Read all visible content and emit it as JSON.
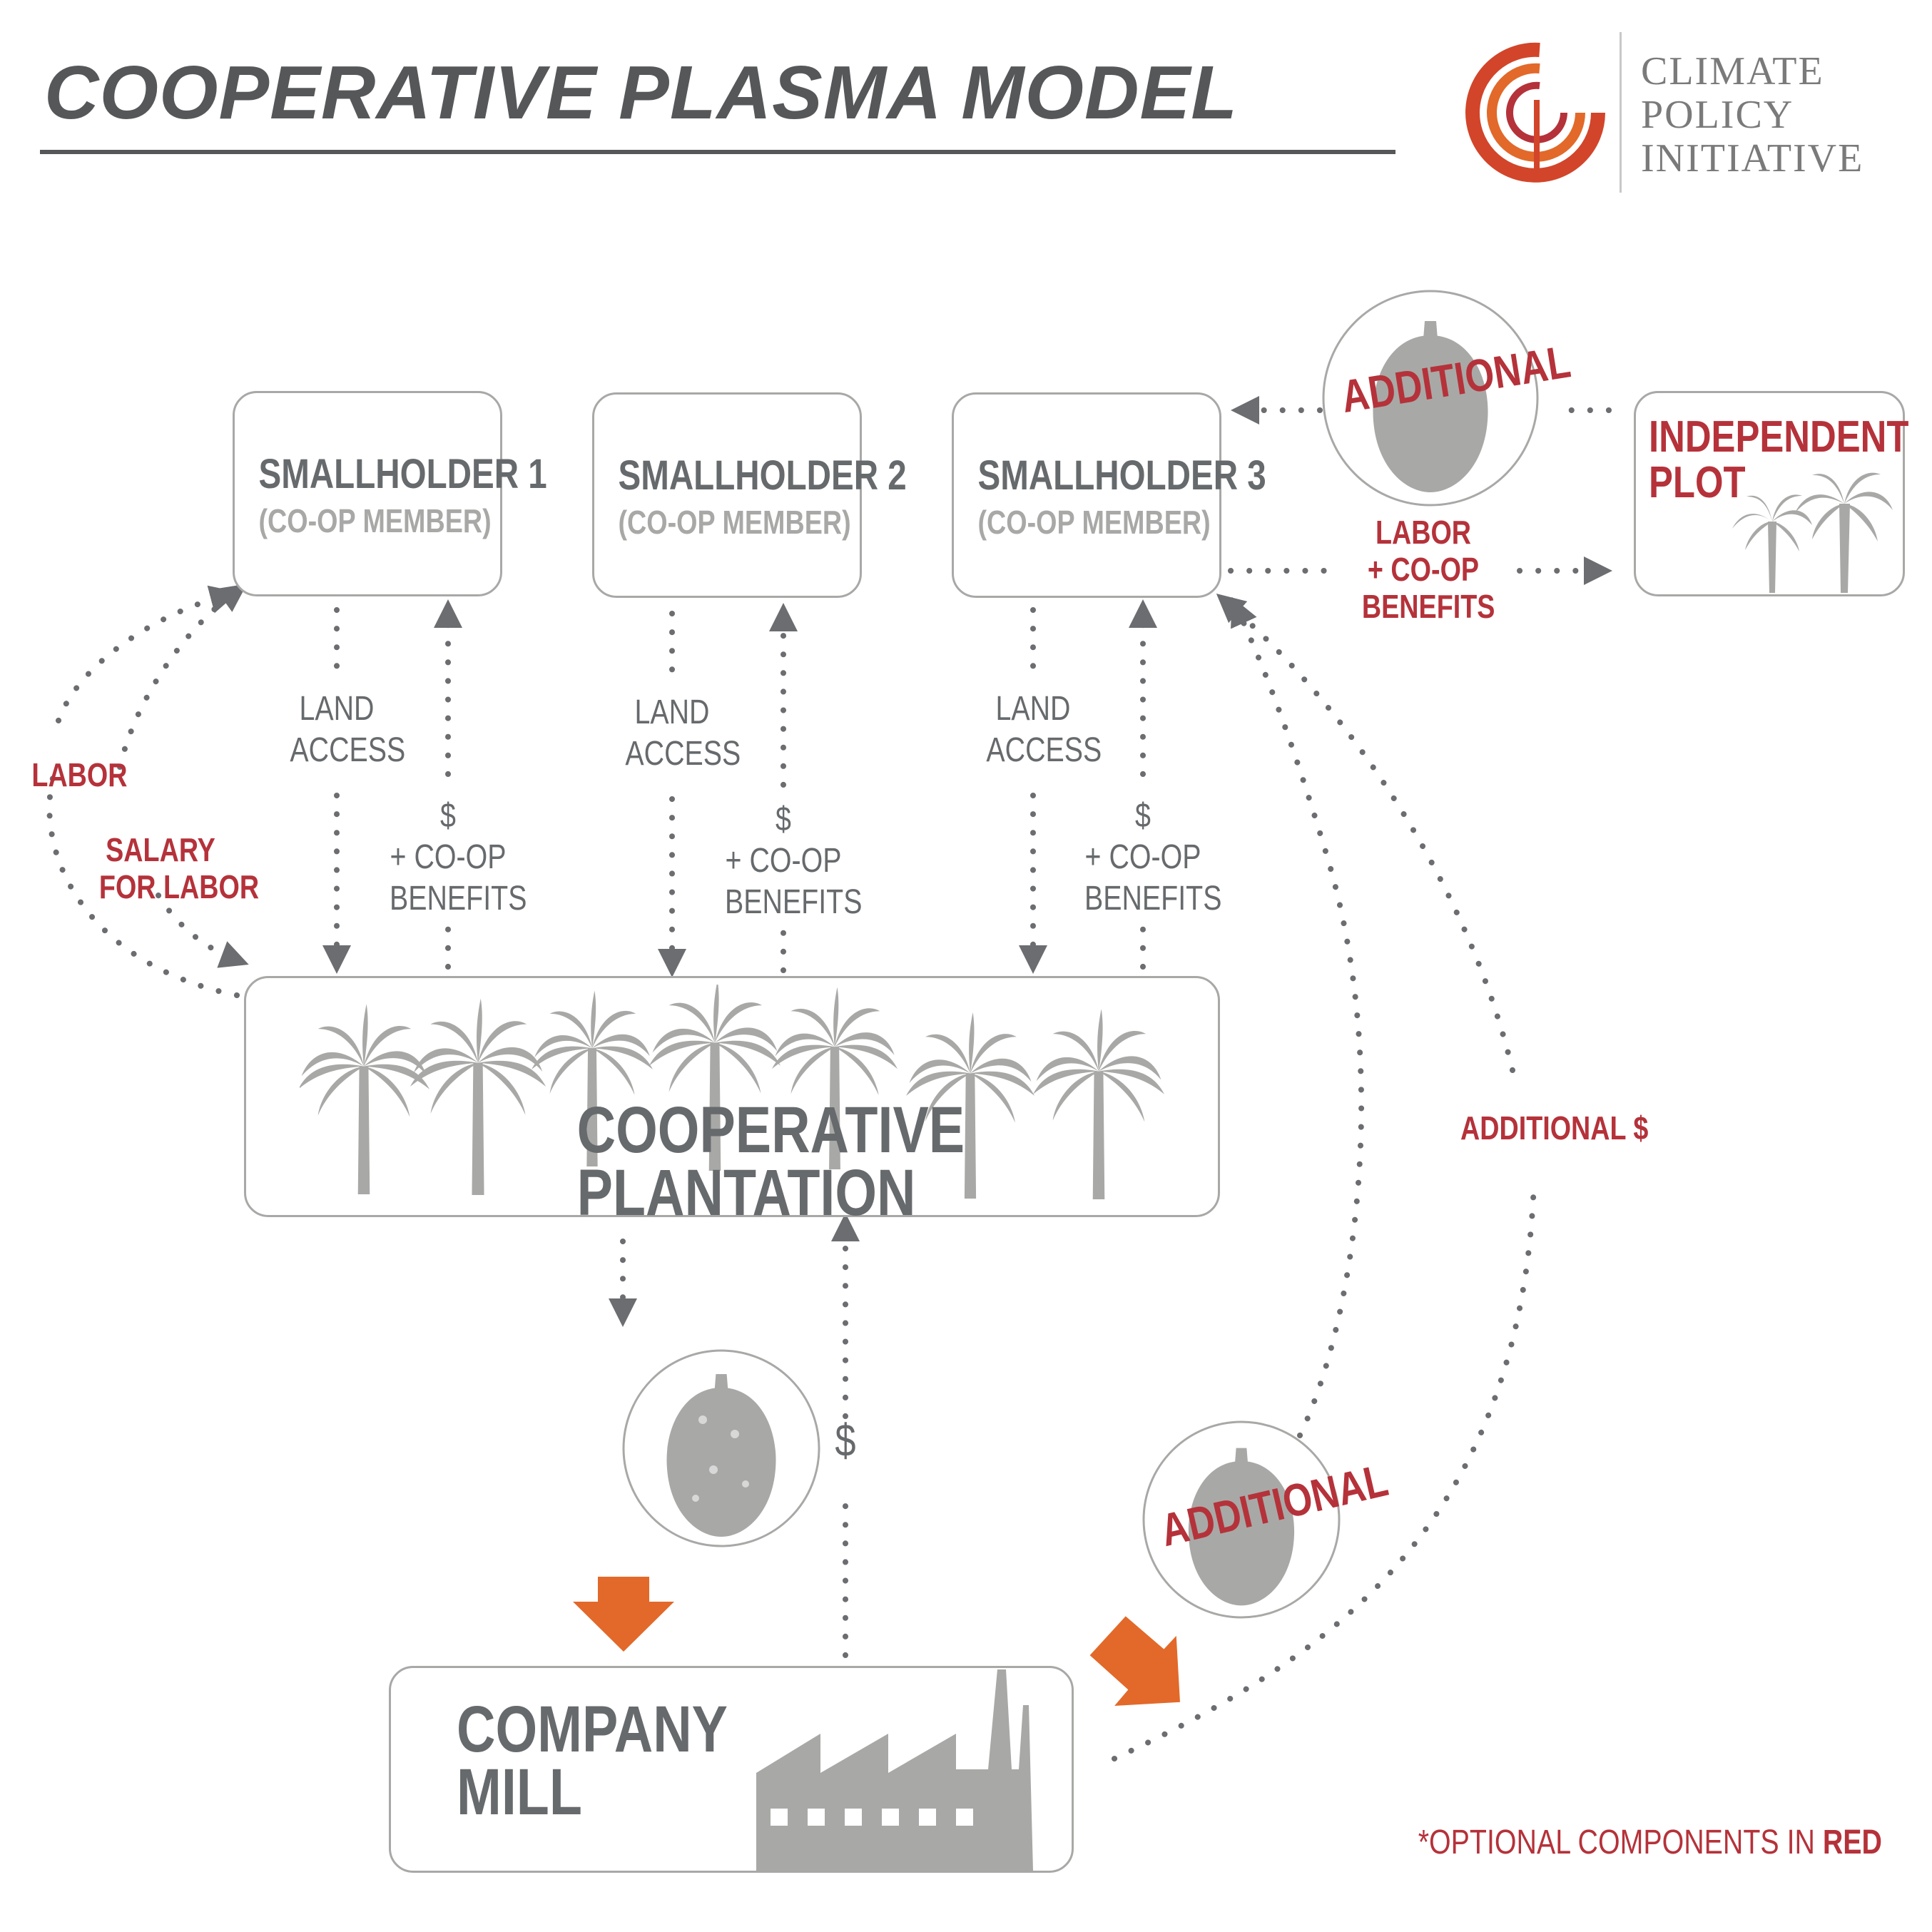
{
  "header": {
    "title": "COOPERATIVE PLASMA MODEL",
    "logo": {
      "lines": [
        "CLIMATE",
        "POLICY",
        "INITIATIVE"
      ],
      "accent": "#d2452a"
    }
  },
  "smallholders": [
    {
      "name": "SMALLHOLDER 1",
      "role": "(CO-OP MEMBER)"
    },
    {
      "name": "SMALLHOLDER 2",
      "role": "(CO-OP MEMBER)"
    },
    {
      "name": "SMALLHOLDER 3",
      "role": "(CO-OP MEMBER)"
    }
  ],
  "flows": {
    "land_access": [
      "LAND",
      "ACCESS"
    ],
    "money": "$",
    "coop_benefits": [
      "+ CO-OP",
      "BENEFITS"
    ],
    "labor": "LABOR",
    "salary": [
      "SALARY",
      "FOR LABOR"
    ],
    "labor_coop": [
      "LABOR",
      "+ CO-OP",
      "BENEFITS"
    ],
    "additional_money": "ADDITIONAL $",
    "mill_money": "$"
  },
  "independent_plot": {
    "lines": [
      "INDEPENDENT",
      "PLOT"
    ]
  },
  "plantation": {
    "lines": [
      "COOPERATIVE",
      "PLANTATION"
    ]
  },
  "mill": {
    "lines": [
      "COMPANY",
      "MILL"
    ]
  },
  "stamps": {
    "additional": "ADDITIONAL"
  },
  "footnote": {
    "prefix": "*OPTIONAL COMPONENTS IN ",
    "emphasis": "RED"
  },
  "colors": {
    "gray": "#a8a9a6",
    "dark_gray": "#676a6c",
    "red": "#b5323a",
    "orange": "#e2692a",
    "dots": "#6b6d70"
  }
}
